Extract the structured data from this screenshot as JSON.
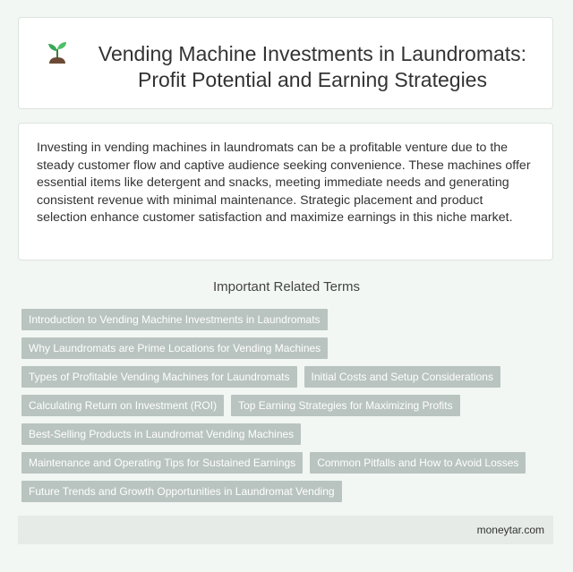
{
  "header": {
    "icon": "seedling-icon",
    "title": "Vending Machine Investments in Laundromats: Profit Potential and Earning Strategies"
  },
  "intro": {
    "text": "Investing in vending machines in laundromats can be a profitable venture due to the steady customer flow and captive audience seeking convenience. These machines offer essential items like detergent and snacks, meeting immediate needs and generating consistent revenue with minimal maintenance. Strategic placement and product selection enhance customer satisfaction and maximize earnings in this niche market."
  },
  "related": {
    "heading": "Important Related Terms",
    "tags": [
      "Introduction to Vending Machine Investments in Laundromats",
      "Why Laundromats are Prime Locations for Vending Machines",
      "Types of Profitable Vending Machines for Laundromats",
      "Initial Costs and Setup Considerations",
      "Calculating Return on Investment (ROI)",
      "Top Earning Strategies for Maximizing Profits",
      "Best-Selling Products in Laundromat Vending Machines",
      "Maintenance and Operating Tips for Sustained Earnings",
      "Common Pitfalls and How to Avoid Losses",
      "Future Trends and Growth Opportunities in Laundromat Vending"
    ]
  },
  "footer": {
    "site": "moneytar.com"
  },
  "colors": {
    "background": "#f2f7f4",
    "tag": "#b9c4c0",
    "footer": "#e6ebe8",
    "leaf": "#3aa657",
    "soil": "#6b4a35"
  }
}
